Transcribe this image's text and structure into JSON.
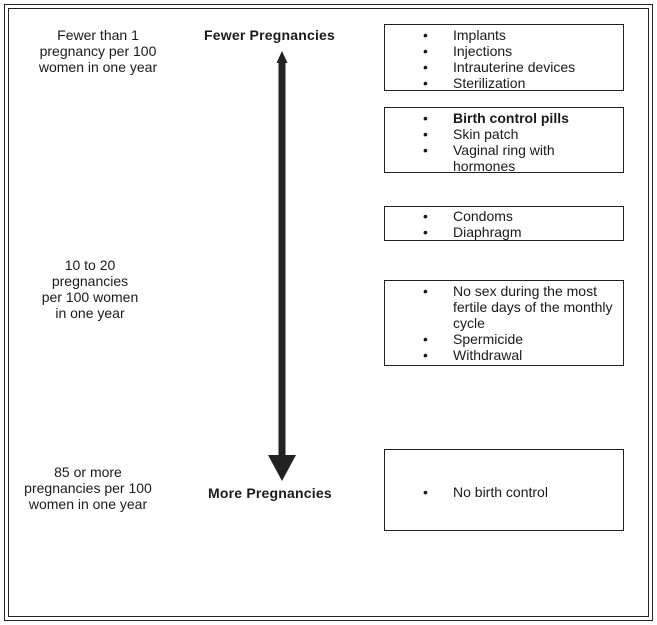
{
  "rates": {
    "top": "Fewer than 1\npregnancy per 100\nwomen in one year",
    "middle": "10 to 20\npregnancies\nper 100 women\nin one year",
    "bottom": "85 or more\npregnancies per 100\nwomen in one year"
  },
  "axis": {
    "top_label": "Fewer Pregnancies",
    "bottom_label": "More Pregnancies"
  },
  "groups": [
    {
      "items": [
        {
          "text": "Implants",
          "bold": false
        },
        {
          "text": "Injections",
          "bold": false
        },
        {
          "text": "Intrauterine devices",
          "bold": false
        },
        {
          "text": "Sterilization",
          "bold": false
        }
      ]
    },
    {
      "items": [
        {
          "text": "Birth control pills",
          "bold": true
        },
        {
          "text": "Skin patch",
          "bold": false
        },
        {
          "text": "Vaginal ring with hormones",
          "bold": false
        }
      ]
    },
    {
      "items": [
        {
          "text": "Condoms",
          "bold": false
        },
        {
          "text": "Diaphragm",
          "bold": false
        }
      ]
    },
    {
      "items": [
        {
          "text": "No sex during the most fertile days of the monthly cycle",
          "bold": false
        },
        {
          "text": "Spermicide",
          "bold": false
        },
        {
          "text": "Withdrawal",
          "bold": false
        }
      ]
    },
    {
      "items": [
        {
          "text": "No birth control",
          "bold": false
        }
      ]
    }
  ],
  "bullet_char": "•"
}
